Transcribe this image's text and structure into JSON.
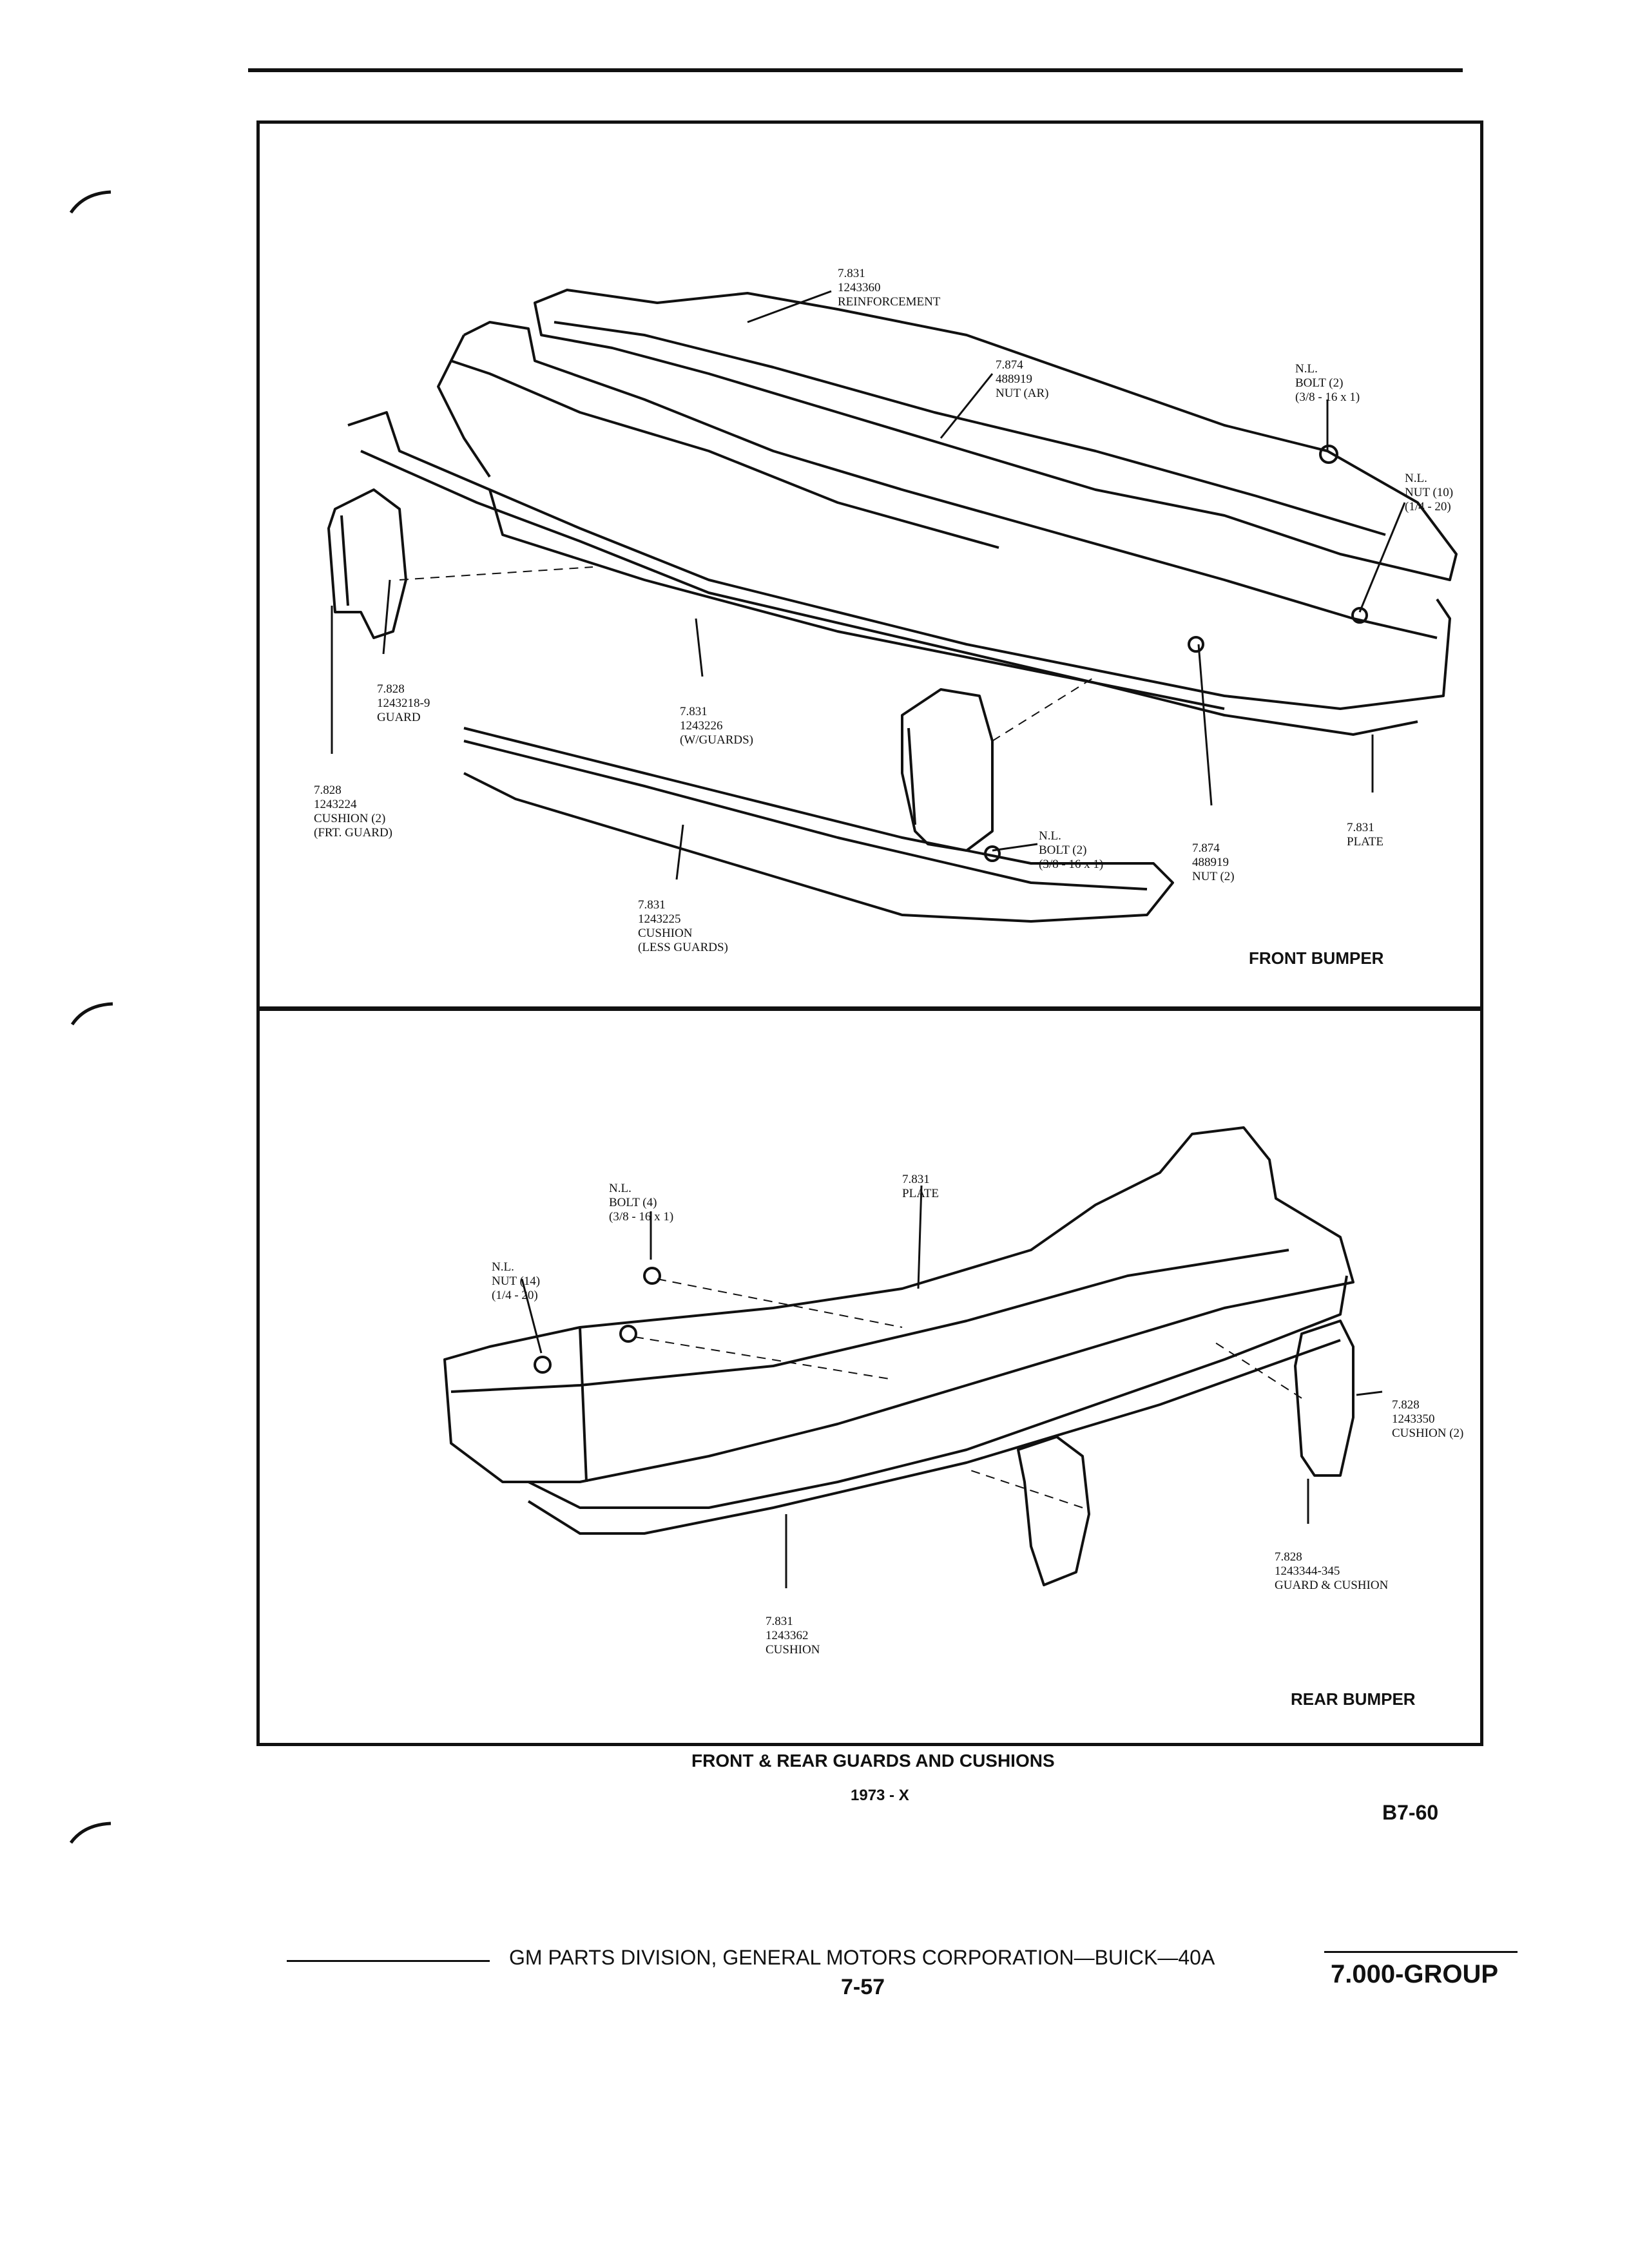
{
  "front_panel": {
    "title": "FRONT BUMPER",
    "callouts": [
      {
        "id": "reinforcement",
        "lines": [
          "7.831",
          "1243360",
          "REINFORCEMENT"
        ]
      },
      {
        "id": "nut-ar",
        "lines": [
          "7.874",
          "488919",
          "NUT (AR)"
        ]
      },
      {
        "id": "bolt-top",
        "lines": [
          "N.L.",
          "BOLT (2)",
          "(3/8 - 16 x 1)"
        ]
      },
      {
        "id": "nut-10",
        "lines": [
          "N.L.",
          "NUT (10)",
          "(1/4 - 20)"
        ]
      },
      {
        "id": "guard",
        "lines": [
          "7.828",
          "1243218-9",
          "GUARD"
        ]
      },
      {
        "id": "cushion-w-guards",
        "lines": [
          "7.831",
          "1243226",
          "(W/GUARDS)"
        ]
      },
      {
        "id": "cushion-frt-guard",
        "lines": [
          "7.828",
          "1243224",
          "CUSHION (2)",
          "(FRT. GUARD)"
        ]
      },
      {
        "id": "plate",
        "lines": [
          "7.831",
          "PLATE"
        ]
      },
      {
        "id": "bolt-lower",
        "lines": [
          "N.L.",
          "BOLT (2)",
          "(3/8 - 16 x 1)"
        ]
      },
      {
        "id": "nut-2",
        "lines": [
          "7.874",
          "488919",
          "NUT (2)"
        ]
      },
      {
        "id": "cushion-less-guards",
        "lines": [
          "7.831",
          "1243225",
          "CUSHION",
          "(LESS GUARDS)"
        ]
      }
    ]
  },
  "rear_panel": {
    "title": "REAR BUMPER",
    "callouts": [
      {
        "id": "bolt-4",
        "lines": [
          "N.L.",
          "BOLT (4)",
          "(3/8 - 16 x 1)"
        ]
      },
      {
        "id": "rear-plate",
        "lines": [
          "7.831",
          "PLATE"
        ]
      },
      {
        "id": "nut-14",
        "lines": [
          "N.L.",
          "NUT (14)",
          "(1/4 - 20)"
        ]
      },
      {
        "id": "cushion-2",
        "lines": [
          "7.828",
          "1243350",
          "CUSHION (2)"
        ]
      },
      {
        "id": "guard-cushion",
        "lines": [
          "7.828",
          "1243344-345",
          "GUARD & CUSHION"
        ]
      },
      {
        "id": "rear-cushion",
        "lines": [
          "7.831",
          "1243362",
          "CUSHION"
        ]
      }
    ]
  },
  "caption": {
    "title": "FRONT & REAR GUARDS AND CUSHIONS",
    "year": "1973 - X",
    "code": "B7-60"
  },
  "footer": {
    "division": "GM PARTS DIVISION,  GENERAL MOTORS CORPORATION—BUICK—40A",
    "page": "7-57",
    "group": "7.000-GROUP"
  }
}
